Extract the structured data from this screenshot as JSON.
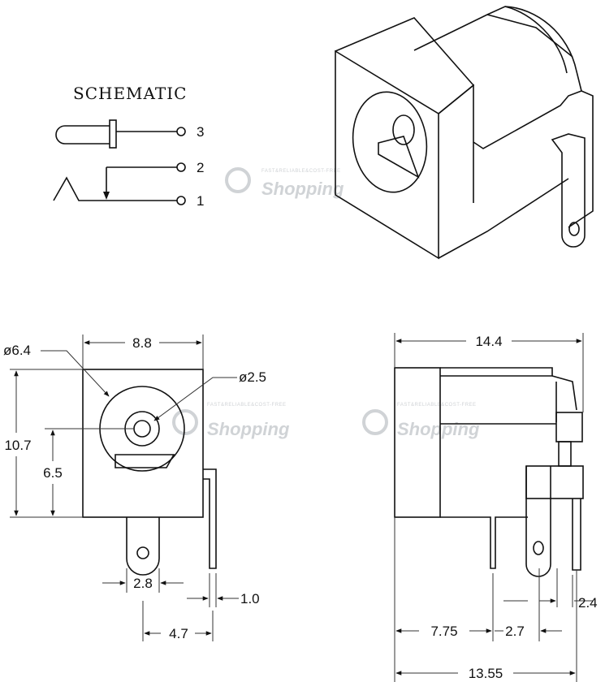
{
  "schematic": {
    "title": "SCHEMATIC",
    "pins": [
      "3",
      "2",
      "1"
    ]
  },
  "watermark": {
    "brand": "Shopping",
    "tagline": "FAST&RELIABLE&COST-FREE"
  },
  "front_view": {
    "dims": {
      "width": "8.8",
      "height": "10.7",
      "center_height": "6.5",
      "outer_diameter": "ø6.4",
      "pin_diameter": "ø2.5",
      "pin_spacing": "2.8",
      "pin_thickness": "1.0",
      "pin_offset": "4.7"
    }
  },
  "side_view": {
    "dims": {
      "length": "14.4",
      "pin_offset_1": "7.75",
      "pin_offset_2": "2.7",
      "pin_offset_3": "2.4",
      "total_length": "13.55"
    }
  }
}
